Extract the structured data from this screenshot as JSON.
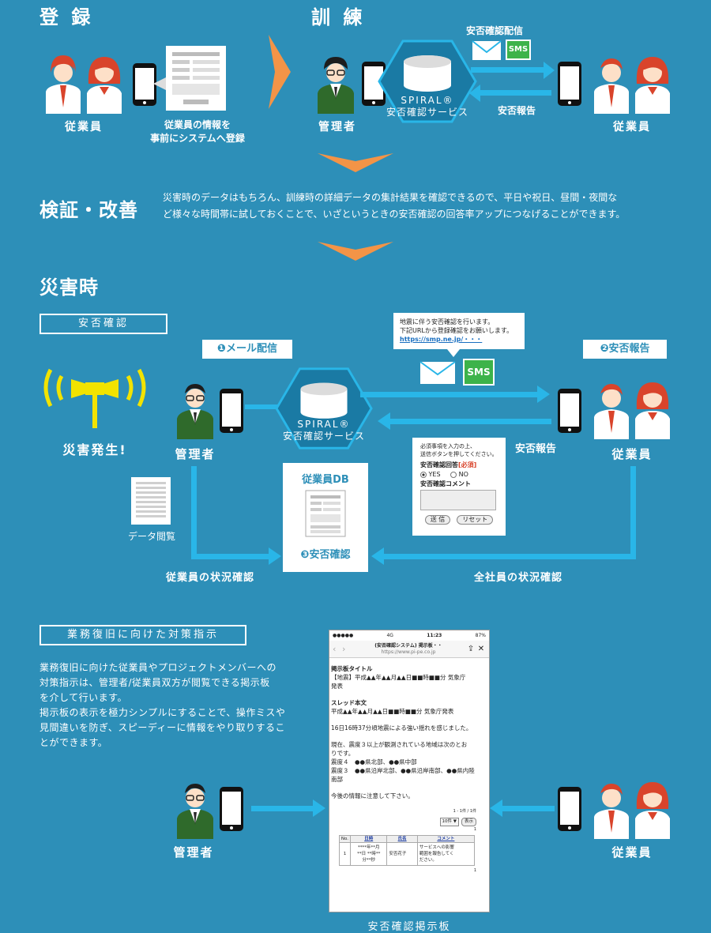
{
  "register": {
    "title": "登 録",
    "employee": "従業員",
    "desc_line1": "従業員の情報を",
    "desc_line2": "事前にシステムへ登録"
  },
  "training": {
    "title": "訓 練",
    "dispatch": "安否確認配信",
    "report": "安否報告",
    "manager": "管理者",
    "employee": "従業員",
    "spiral": "SPIRAL®",
    "service": "安否確認サービス",
    "sms": "SMS"
  },
  "verify": {
    "title": "検証・改善",
    "text_line1": "災害時のデータはもちろん、訓練時の詳細データの集計結果を確認できるので、平日や祝日、昼間・夜間な",
    "text_line2": "ど様々な時間帯に試しておくことで、いざというときの安否確認の回答率アップにつなげることができます。"
  },
  "disaster": {
    "title": "災害時",
    "confirm_box": "安否確認",
    "step1": "❶メール配信",
    "step2": "❷安否報告",
    "step3": "❸安否確認",
    "occurrence": "災害発生!",
    "manager": "管理者",
    "employee": "従業員",
    "spiral": "SPIRAL®",
    "service": "安否確認サービス",
    "sms": "SMS",
    "report": "安否報告",
    "db": "従業員DB",
    "data_view": "データ閲覧",
    "status_left": "従業員の状況確認",
    "status_right": "全社員の状況確認",
    "mail": {
      "line1": "地震に伴う安否確認を行います。",
      "line2": "下記URLから登録確認をお願いします。",
      "link": "https://smp.ne.jp/・・・"
    },
    "form": {
      "hint1": "必須事項を入力の上、",
      "hint2": "送信ボタンを押してください。",
      "q": "安否確認回答",
      "req": "[必須]",
      "yes": "YES",
      "no": "NO",
      "comment": "安否確認コメント",
      "submit": "送 信",
      "reset": "リセット"
    }
  },
  "recovery": {
    "title": "業務復旧に向けた対策指示",
    "p": [
      "業務復旧に向けた従業員やプロジェクトメンバーへの",
      "対策指示は、管理者/従業員双方が閲覧できる掲示板",
      "を介して行います。",
      "掲示板の表示を極力シンプルにすることで、操作ミスや",
      "見間違いを防ぎ、スピーディーに情報をやり取りするこ",
      "とができます。"
    ],
    "manager": "管理者",
    "employee": "従業員",
    "caption": "安否確認掲示板",
    "phone": {
      "signal": "●●●●●",
      "net": "4G",
      "time": "11:23",
      "battery": "87%",
      "site": "(安否確認システム) 掲示板・・",
      "url": "https://www.pi-pe.co.jp",
      "t1": "掲示板タイトル",
      "t1v1": "【地震】平成▲▲年▲▲月▲▲日■■時■■分 気象庁",
      "t1v2": "発表",
      "t2": "スレッド本文",
      "t2v": "平成▲▲年▲▲月▲▲日■■時■■分 気象庁発表",
      "b1": "16日16時37分頃地震による強い揺れを感じました。",
      "b2": "現在、震度３以上が観測されている地域は次のとお",
      "b3": "りです。",
      "b4": "震度４　●●県北部、●●県中部",
      "b5": "震度３　●●県沿岸北部、●●県沿岸南部、●●県内陸",
      "b6": "南部",
      "b7": "今後の情報に注意して下さい。",
      "pager": "1 - 1件 / 1件",
      "sel": "10件",
      "show": "表示",
      "pg": "1",
      "th": [
        "No.",
        "日時",
        "氏名",
        "コメント"
      ],
      "row": {
        "no": "1",
        "dt1": "****年**月",
        "dt2": "**日 **時**",
        "dt3": "分**秒",
        "name": "安否花子",
        "c1": "サービスへの影響",
        "c2": "範囲を報告してく",
        "c3": "ださい。"
      }
    }
  }
}
